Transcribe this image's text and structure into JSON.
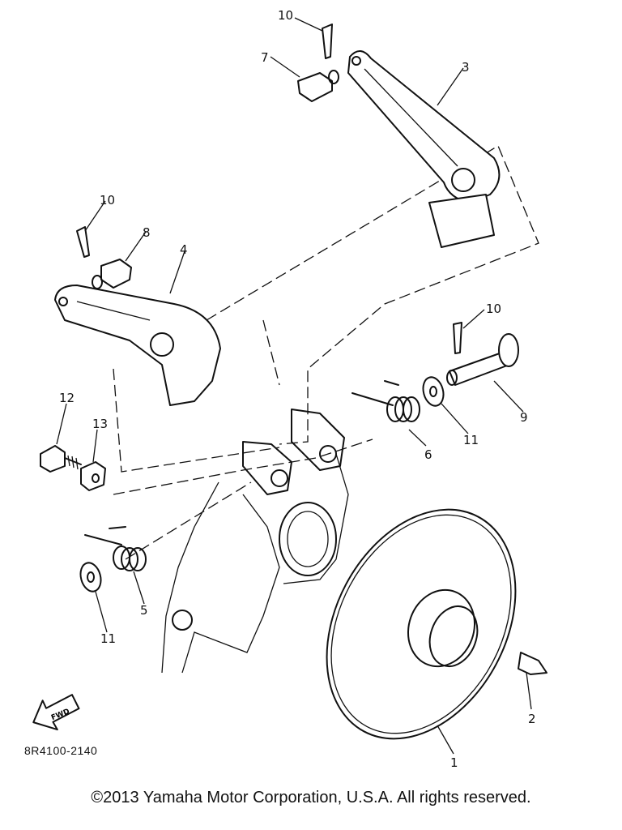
{
  "diagram": {
    "callouts": {
      "c1": "1",
      "c2": "2",
      "c3": "3",
      "c4": "4",
      "c5": "5",
      "c6": "6",
      "c7": "7",
      "c8": "8",
      "c9": "9",
      "c10a": "10",
      "c10b": "10",
      "c10c": "10",
      "c11a": "11",
      "c11b": "11",
      "c12": "12",
      "c13": "13"
    },
    "fwd_label": "FWD",
    "drawing_code": "8R4100-2140"
  },
  "footer": {
    "copyright": "©2013 Yamaha Motor Corporation, U.S.A. All rights reserved."
  }
}
